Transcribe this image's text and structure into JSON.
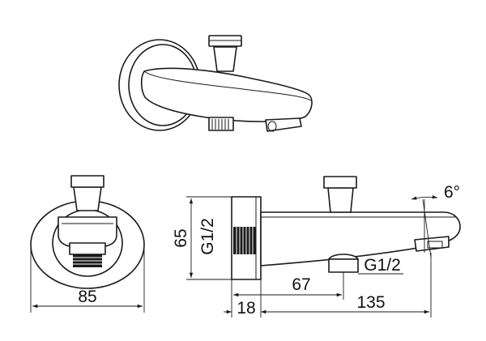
{
  "drawing": {
    "front_view": {
      "width_dim": "85"
    },
    "side_view": {
      "height_dim": "65",
      "wall_thread": "G1/2",
      "wall_depth_dim": "18",
      "outlet_position_dim": "67",
      "outlet_thread": "G1/2",
      "length_dim": "135",
      "angle_dim": "6°"
    }
  }
}
